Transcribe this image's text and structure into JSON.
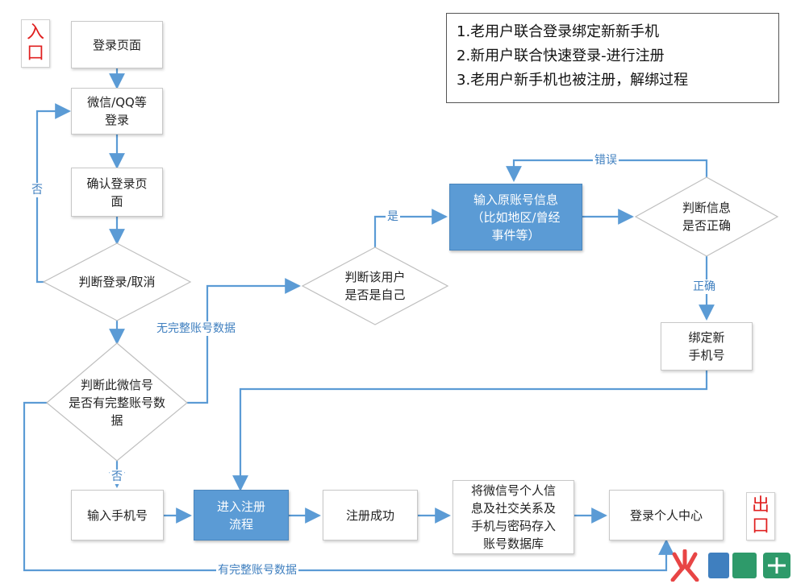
{
  "colors": {
    "accent": "#5b9bd5",
    "label": "#3f7fbf",
    "tag": "#e02020"
  },
  "tags": {
    "entry": [
      "入",
      "口"
    ],
    "exit": [
      "出",
      "口"
    ]
  },
  "notes": [
    "1.老用户联合登录绑定新新手机",
    "2.新用户联合快速登录-进行注册",
    "3.老用户新手机也被注册，解绑过程"
  ],
  "nodes": {
    "login_page": "登录页面",
    "wechat_qq_login": "微信/QQ等\n登录",
    "confirm_login_page": "确认登录页\n面",
    "judge_login_cancel": "判断登录/取消",
    "judge_wechat_data": "判断此微信号\n是否有完整账号数\n据",
    "judge_user_self": "判断该用户\n是否是自己",
    "input_original_account": "输入原账号信息\n（比如地区/曾经\n事件等）",
    "judge_info_correct": "判断信息\n是否正确",
    "bind_new_phone": "绑定新\n手机号",
    "input_phone": "输入手机号",
    "enter_register_flow": "进入注册\n流程",
    "register_success": "注册成功",
    "save_wechat_info": "将微信号个人信\n息及社交关系及\n手机与密码存入\n账号数据库",
    "login_personal_center": "登录个人中心"
  },
  "edge_labels": {
    "no_left": "否",
    "no_bottom": "否",
    "no_complete_data": "无完整账号数据",
    "yes": "是",
    "error": "错误",
    "correct": "正确",
    "has_complete_data": "有完整账号数据"
  },
  "watermark": {
    "icon": "fish-logo-icon"
  }
}
